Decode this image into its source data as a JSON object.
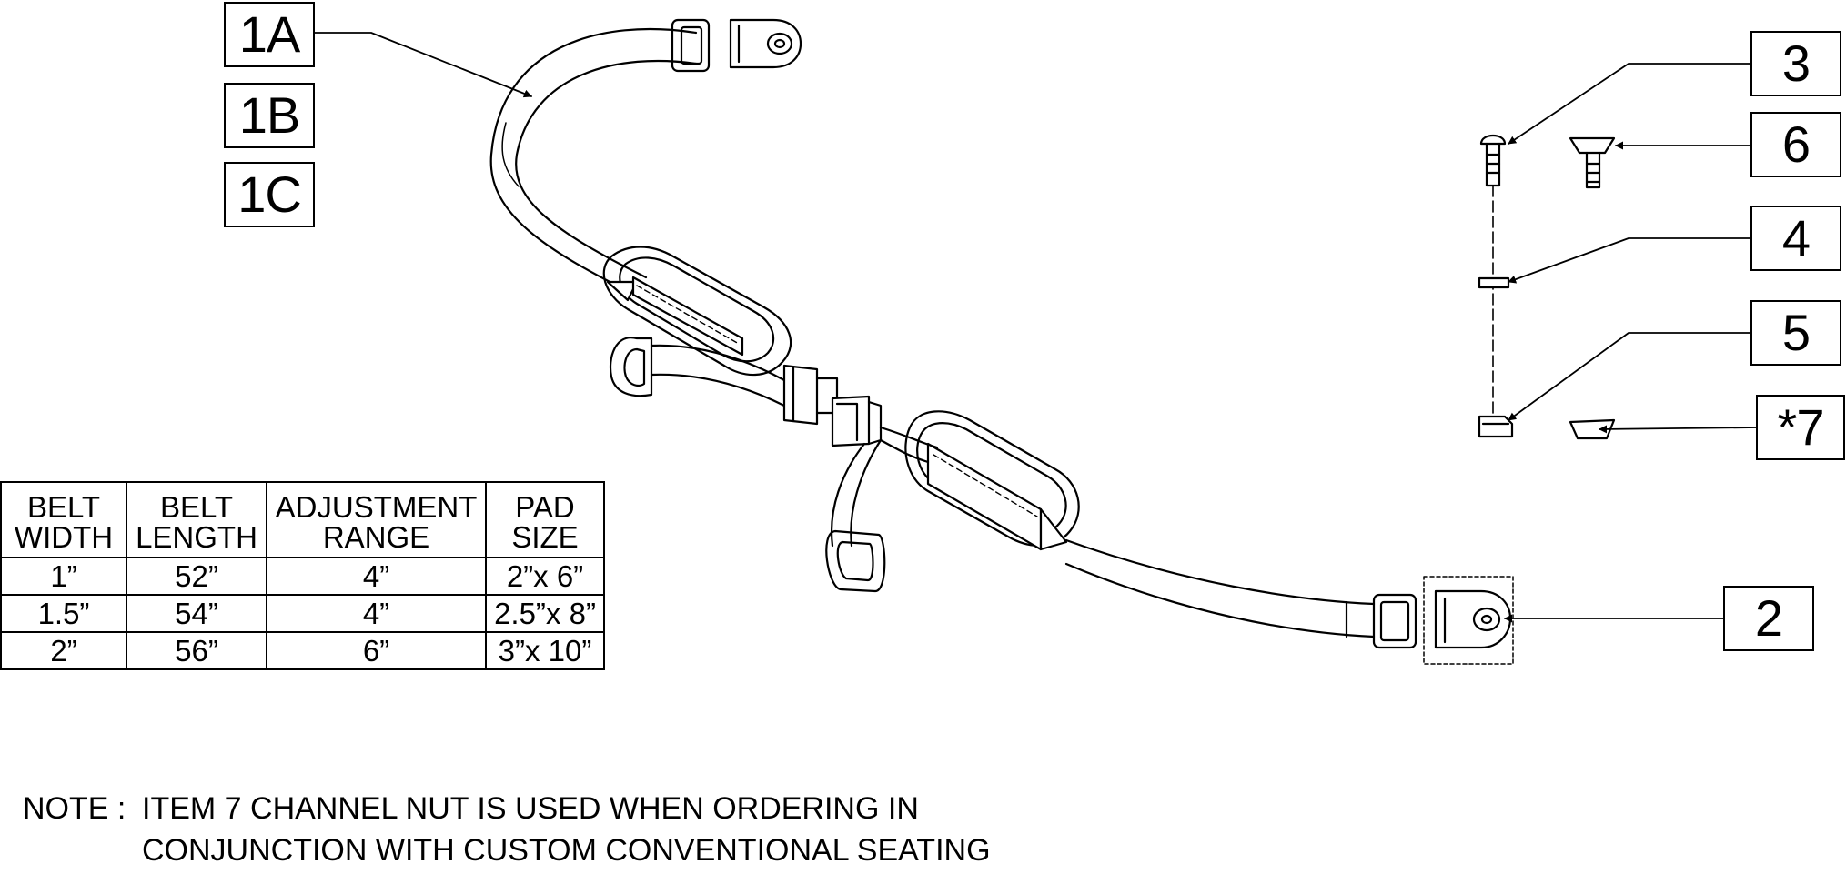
{
  "callouts": {
    "c1a": "1A",
    "c1b": "1B",
    "c1c": "1C",
    "c2": "2",
    "c3": "3",
    "c4": "4",
    "c5": "5",
    "c6": "6",
    "c7": "*7"
  },
  "table": {
    "headers": [
      [
        "BELT",
        "WIDTH"
      ],
      [
        "BELT",
        "LENGTH"
      ],
      [
        "ADJUSTMENT",
        "RANGE"
      ],
      [
        "PAD",
        "SIZE"
      ]
    ],
    "rows": [
      [
        "1”",
        "52”",
        "4”",
        "2”x 6”"
      ],
      [
        "1.5”",
        "54”",
        "4”",
        "2.5”x 8”"
      ],
      [
        "2”",
        "56”",
        "6”",
        "3”x 10”"
      ]
    ]
  },
  "note": {
    "label": "NOTE :",
    "line1": "ITEM 7 CHANNEL NUT IS USED WHEN ORDERING IN",
    "line2": "CONJUNCTION WITH CUSTOM CONVENTIONAL SEATING"
  }
}
